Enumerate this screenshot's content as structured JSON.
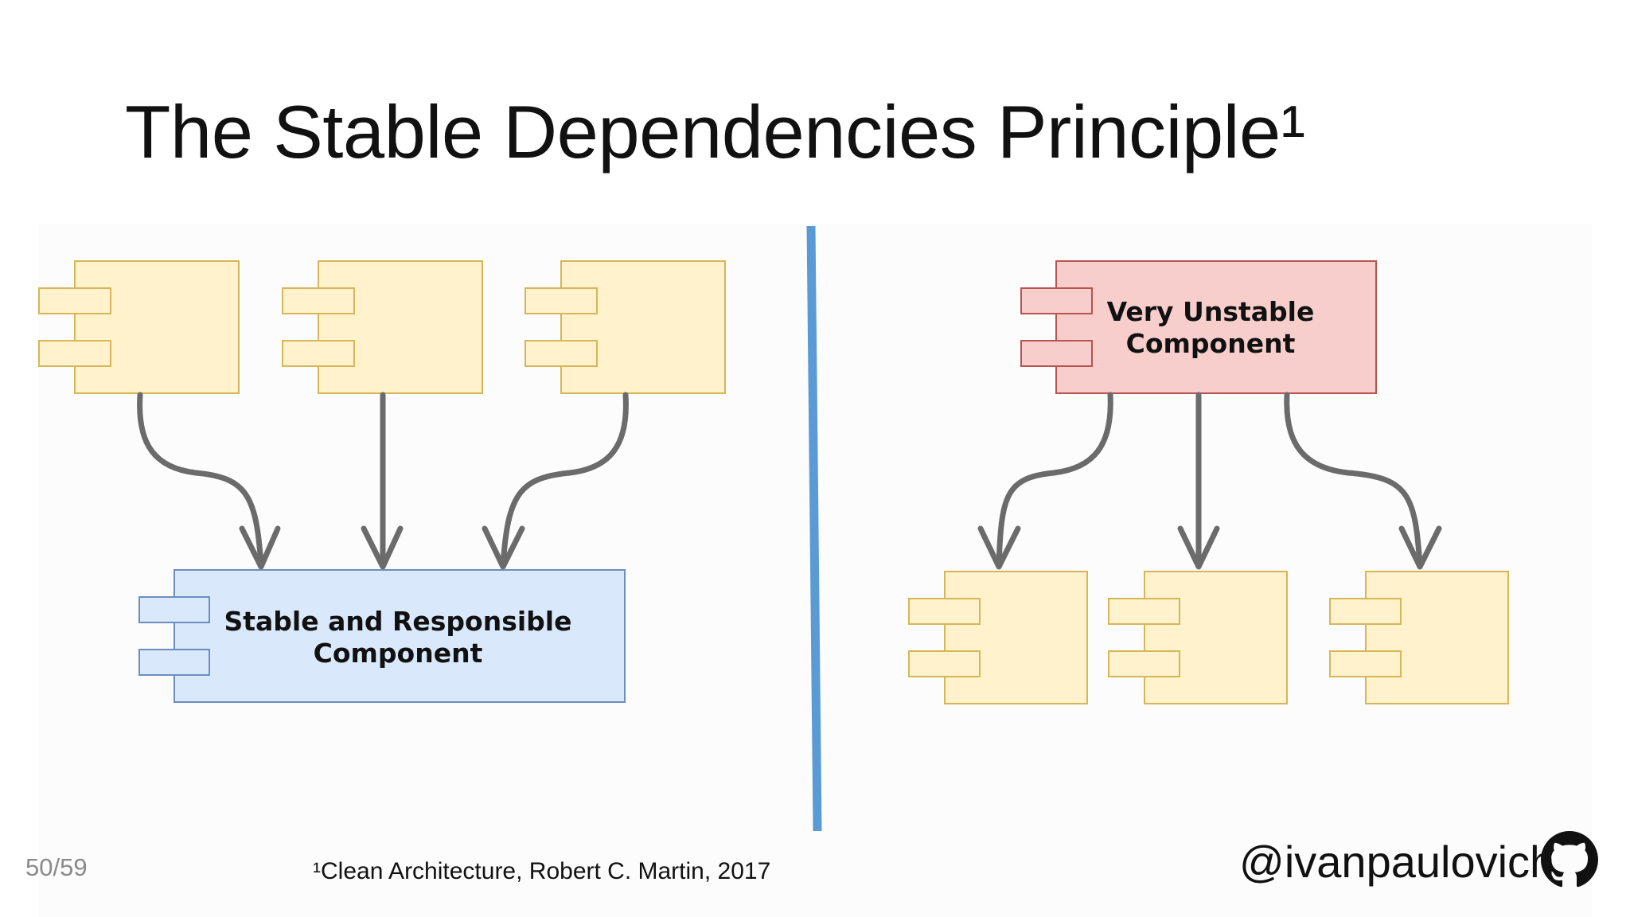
{
  "slide": {
    "title": "The Stable Dependencies Principle¹",
    "page_number": "50/59",
    "footnote": "¹Clean Architecture, Robert C. Martin, 2017",
    "author_handle": "@ivanpaulovich"
  },
  "diagram": {
    "left": {
      "target_label_line1": "Stable and Responsible",
      "target_label_line2": "Component"
    },
    "right": {
      "source_label_line1": "Very Unstable",
      "source_label_line2": "Component"
    }
  },
  "colors": {
    "yellow_fill": "#fff2cc",
    "yellow_stroke": "#d6b656",
    "blue_fill": "#dae8fc",
    "blue_stroke": "#6c8ebf",
    "red_fill": "#f8cecc",
    "red_stroke": "#b85450",
    "arrow": "#6b6b6b",
    "divider": "#5b9bd5"
  },
  "icons": {
    "github": "github-icon"
  }
}
